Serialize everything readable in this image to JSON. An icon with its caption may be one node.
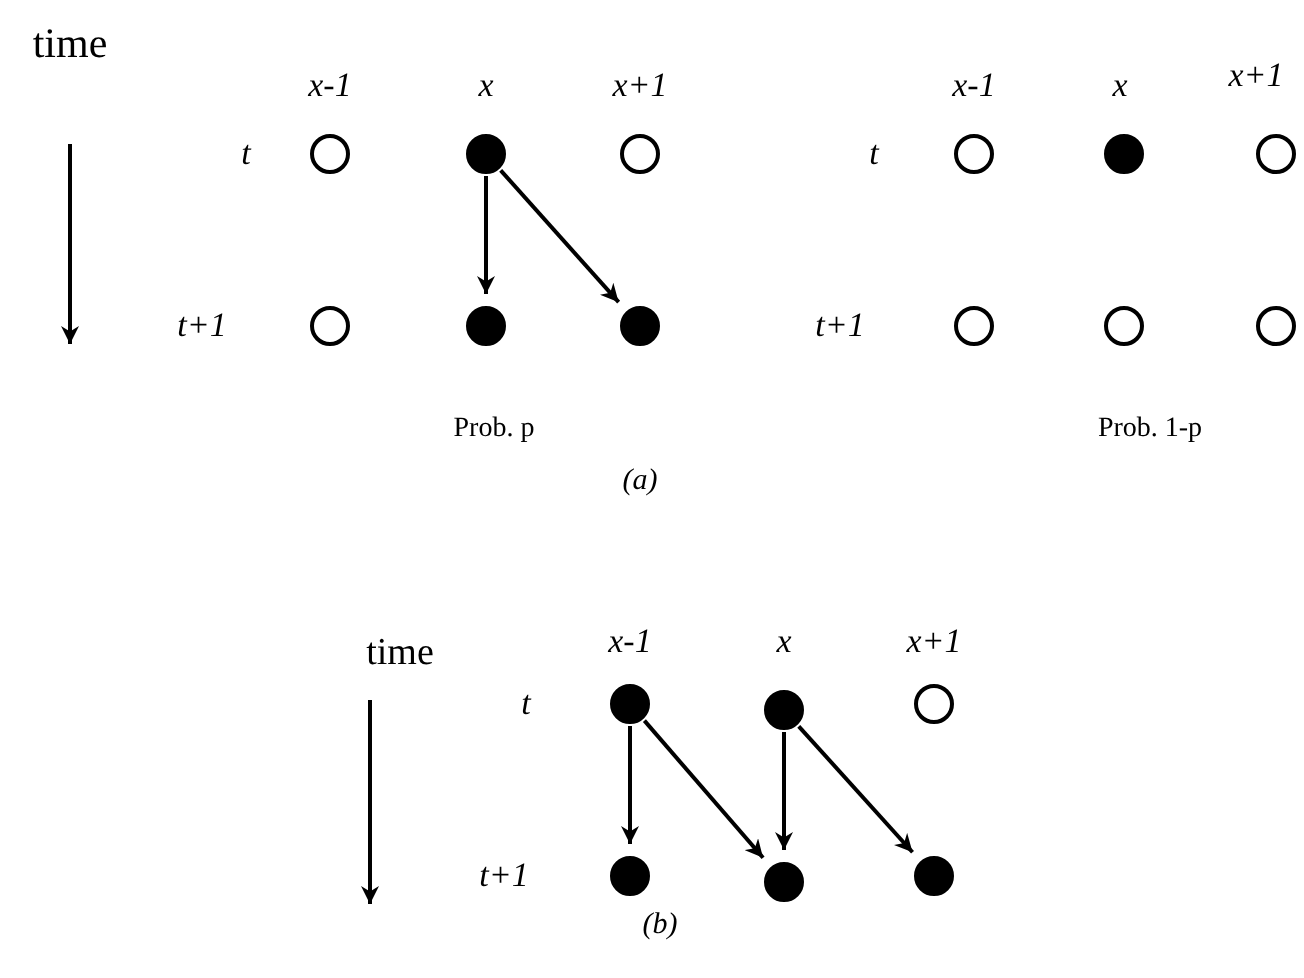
{
  "diagram": {
    "nodes": [
      {
        "text": [],
        "shape": "circle"
      },
      {
        "text": [],
        "shape": "dot"
      },
      {
        "text": [],
        "shape": "circle"
      },
      {
        "text": [],
        "shape": "circle"
      },
      {
        "text": [],
        "shape": "dot"
      },
      {
        "text": [],
        "shape": "circle"
      },
      {
        "text": [],
        "shape": "circle"
      },
      {
        "text": [],
        "shape": "dot"
      },
      {
        "text": [],
        "shape": "dot"
      },
      {
        "text": [],
        "shape": "circle"
      },
      {
        "text": [],
        "shape": "circle"
      },
      {
        "text": [],
        "shape": "circle"
      },
      {
        "text": [],
        "shape": "dot"
      },
      {
        "text": [],
        "shape": "dot"
      },
      {
        "text": [],
        "shape": "circle"
      },
      {
        "text": [],
        "shape": "dot"
      },
      {
        "text": [],
        "shape": "dot"
      },
      {
        "text": [],
        "shape": "dot"
      }
    ],
    "edges": [
      {
        "from": 1,
        "to": 7,
        "arrow": "to"
      },
      {
        "from": 1,
        "to": 8,
        "arrow": "to"
      },
      {
        "from": 12,
        "to": 15,
        "arrow": "to"
      },
      {
        "from": 12,
        "to": 16,
        "arrow": "to"
      },
      {
        "from": 13,
        "to": 16,
        "arrow": "to"
      },
      {
        "from": 13,
        "to": 17,
        "arrow": "to"
      }
    ],
    "labels": [
      "time",
      "x-1",
      "x",
      "x+1",
      "x-1",
      "x",
      "x+1",
      "t",
      "t",
      "t+1",
      "t+1",
      "Prob. p",
      "Prob. 1-p",
      "(a)",
      "time",
      "x-1",
      "x",
      "x+1",
      "t",
      "t+1",
      "(b)"
    ]
  }
}
